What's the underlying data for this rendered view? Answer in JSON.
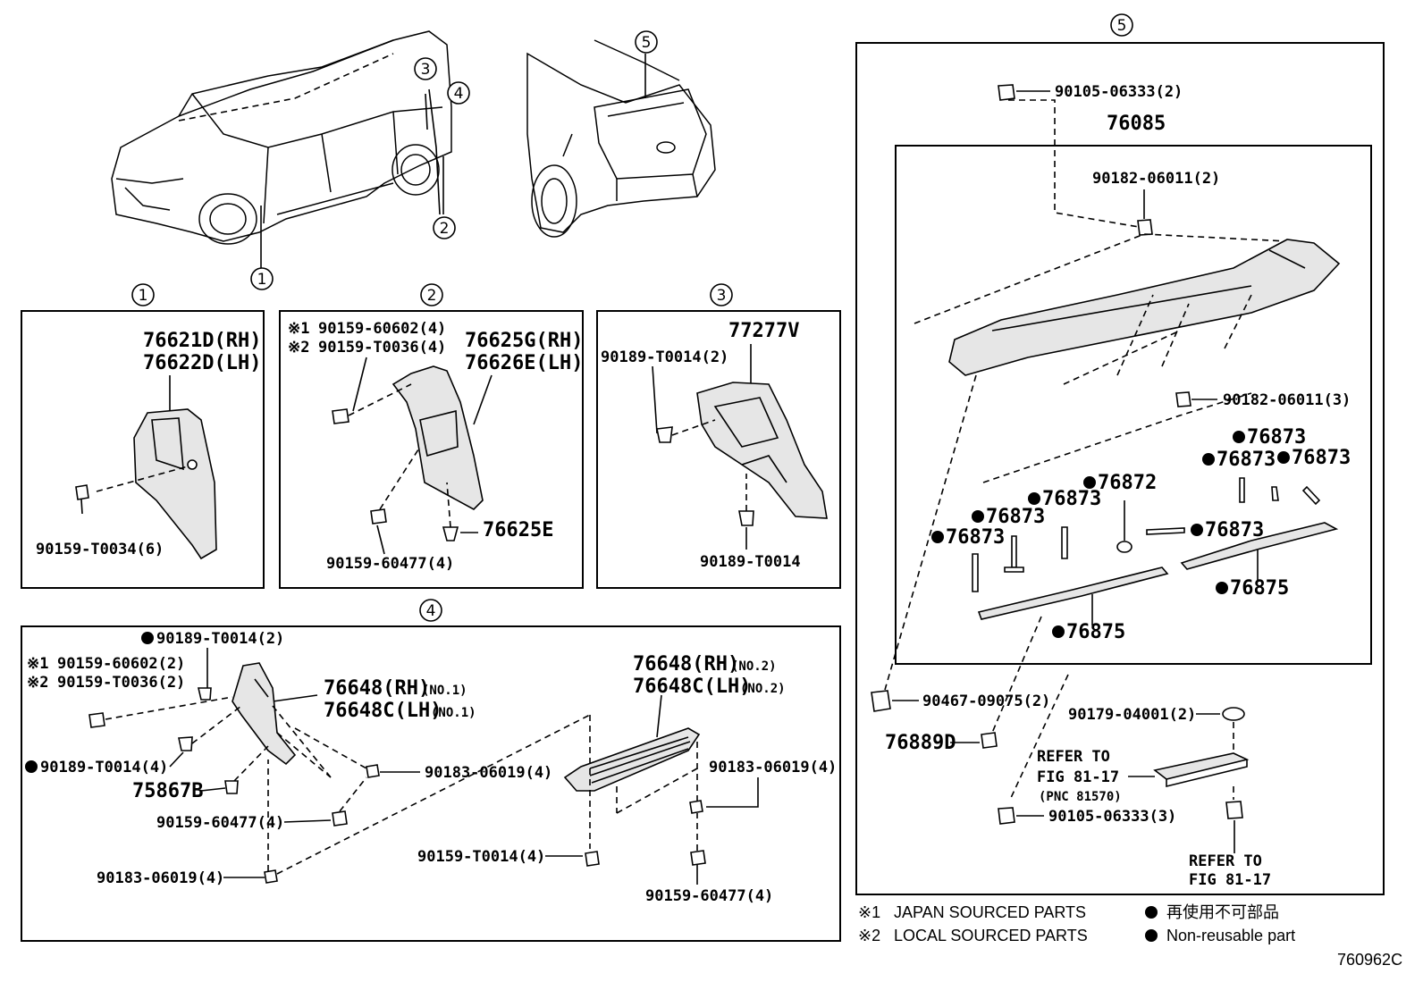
{
  "callouts": {
    "c1": "1",
    "c2": "2",
    "c3": "3",
    "c4": "4",
    "c5": "5"
  },
  "panel1": {
    "part_rh": "76621D(RH)",
    "part_lh": "76622D(LH)",
    "screw": "90159-T0034(6)"
  },
  "panel2": {
    "note1_mark": "※1",
    "note1": "90159-60602(4)",
    "note2_mark": "※2",
    "note2": "90159-T0036(4)",
    "part_rh": "76625G(RH)",
    "part_lh": "76626E(LH)",
    "clip": "76625E",
    "screw": "90159-60477(4)"
  },
  "panel3": {
    "part": "77277V",
    "clip_top": "90189-T0014(2)",
    "clip_bottom": "90189-T0014"
  },
  "panel4": {
    "clip_top": "90189-T0014(2)",
    "note1_mark": "※1",
    "note1": "90159-60602(2)",
    "note2_mark": "※2",
    "note2": "90159-T0036(2)",
    "no1_rh": "76648(RH)",
    "no1_rh_tag": "(NO.1)",
    "no1_lh": "76648C(LH)",
    "no1_lh_tag": "(NO.1)",
    "clip_left": "90189-T0014(4)",
    "nut_mid": "90183-06019(4)",
    "part_75867b": "75867B",
    "screw_mid": "90159-60477(4)",
    "nut_bottom": "90183-06019(4)",
    "no2_rh": "76648(RH)",
    "no2_rh_tag": "(NO.2)",
    "no2_lh": "76648C(LH)",
    "no2_lh_tag": "(NO.2)",
    "nut_right": "90183-06019(4)",
    "screw_t0014": "90159-T0014(4)",
    "screw_right": "90159-60477(4)"
  },
  "panel5": {
    "bolt_top": "90105-06333(2)",
    "assy": "76085",
    "nut_a": "90182-06011(2)",
    "nut_b": "90182-06011(3)",
    "p76873": "76873",
    "p76872": "76872",
    "p76875": "76875",
    "clip_90467": "90467-09075(2)",
    "p76889d": "76889D",
    "clip_90179": "90179-04001(2)",
    "refer_a1": "REFER TO",
    "refer_a2": "FIG 81-17",
    "refer_a3": "(PNC 81570)",
    "bolt_bottom": "90105-06333(3)",
    "refer_b1": "REFER TO",
    "refer_b2": "FIG 81-17"
  },
  "legend": {
    "n1_mark": "※1",
    "n1": "JAPAN SOURCED PARTS",
    "n2_mark": "※2",
    "n2": "LOCAL SOURCED PARTS",
    "jp": "再使用不可部品",
    "en": "Non-reusable part"
  },
  "figure_id": "760962C"
}
